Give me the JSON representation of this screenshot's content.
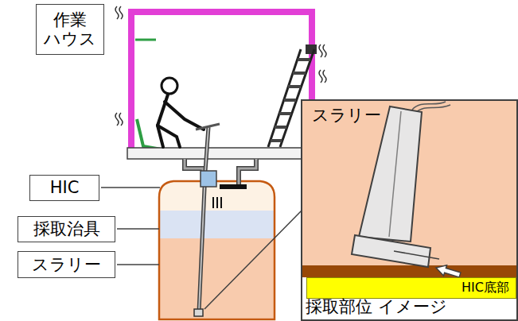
{
  "diagram": {
    "nodes": [
      {
        "text": [
          "作業 ハウス"
        ]
      },
      {
        "text": [
          "HIC"
        ]
      },
      {
        "text": [
          "採取治具"
        ]
      },
      {
        "text": [
          "スラリー"
        ]
      },
      {
        "text": [
          "スラリー",
          "採取部位 イメージ"
        ]
      },
      {
        "text": [
          "HIC底部"
        ],
        "in": 4
      }
    ]
  }
}
